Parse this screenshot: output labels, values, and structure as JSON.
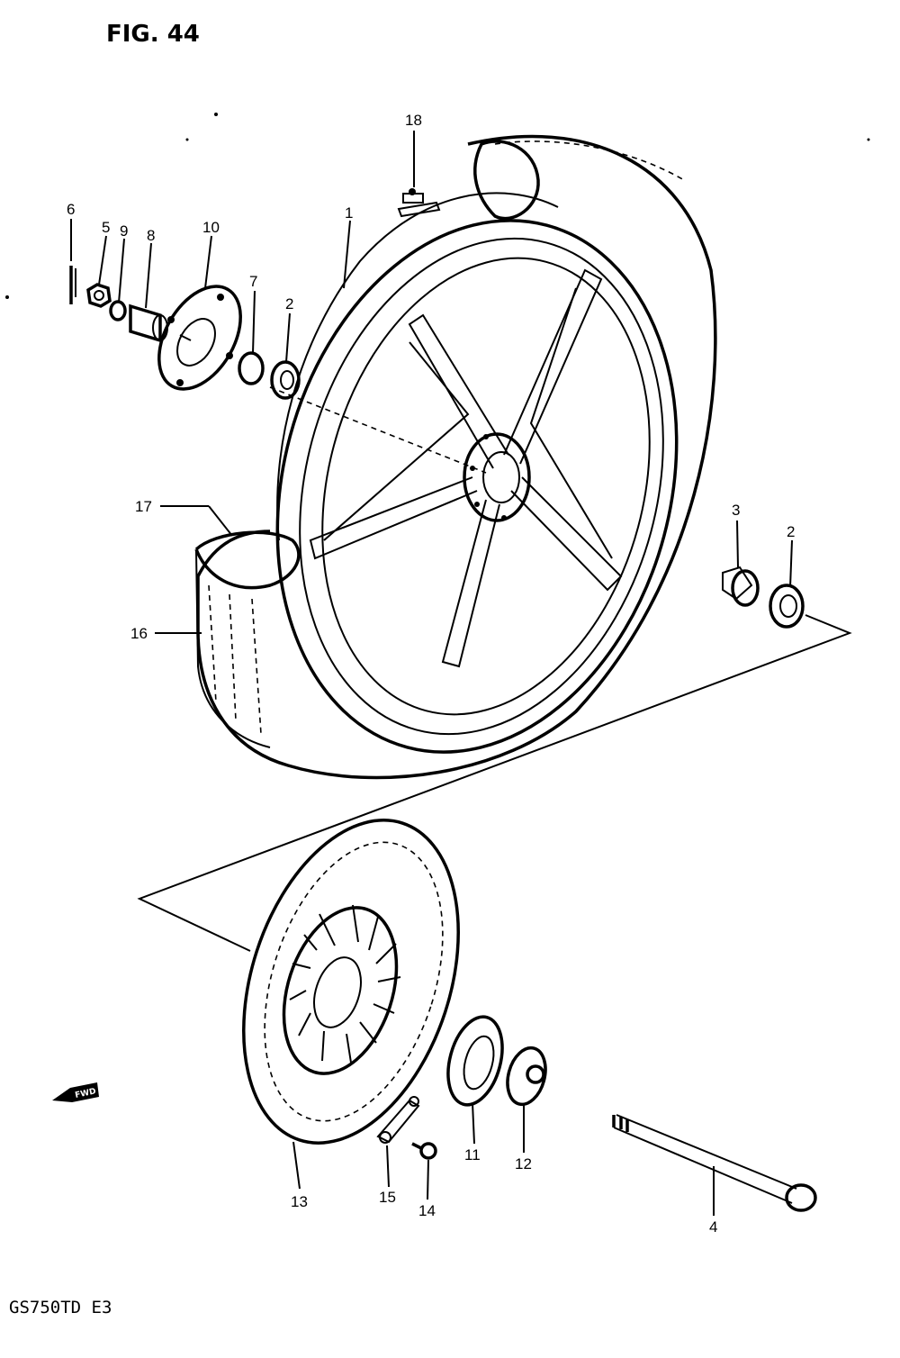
{
  "figure": {
    "title": "FIG. 44",
    "model_code": "GS750TD  E3",
    "fwd_label": "FWD"
  },
  "callouts": [
    {
      "id": "c1",
      "label": "1"
    },
    {
      "id": "c2a",
      "label": "2"
    },
    {
      "id": "c2b",
      "label": "2"
    },
    {
      "id": "c3",
      "label": "3"
    },
    {
      "id": "c4",
      "label": "4"
    },
    {
      "id": "c5",
      "label": "5"
    },
    {
      "id": "c6",
      "label": "6"
    },
    {
      "id": "c7",
      "label": "7"
    },
    {
      "id": "c8",
      "label": "8"
    },
    {
      "id": "c9",
      "label": "9"
    },
    {
      "id": "c10",
      "label": "10"
    },
    {
      "id": "c11",
      "label": "11"
    },
    {
      "id": "c12",
      "label": "12"
    },
    {
      "id": "c13",
      "label": "13"
    },
    {
      "id": "c14",
      "label": "14"
    },
    {
      "id": "c15",
      "label": "15"
    },
    {
      "id": "c16",
      "label": "16"
    },
    {
      "id": "c17",
      "label": "17"
    },
    {
      "id": "c18",
      "label": "18"
    }
  ]
}
